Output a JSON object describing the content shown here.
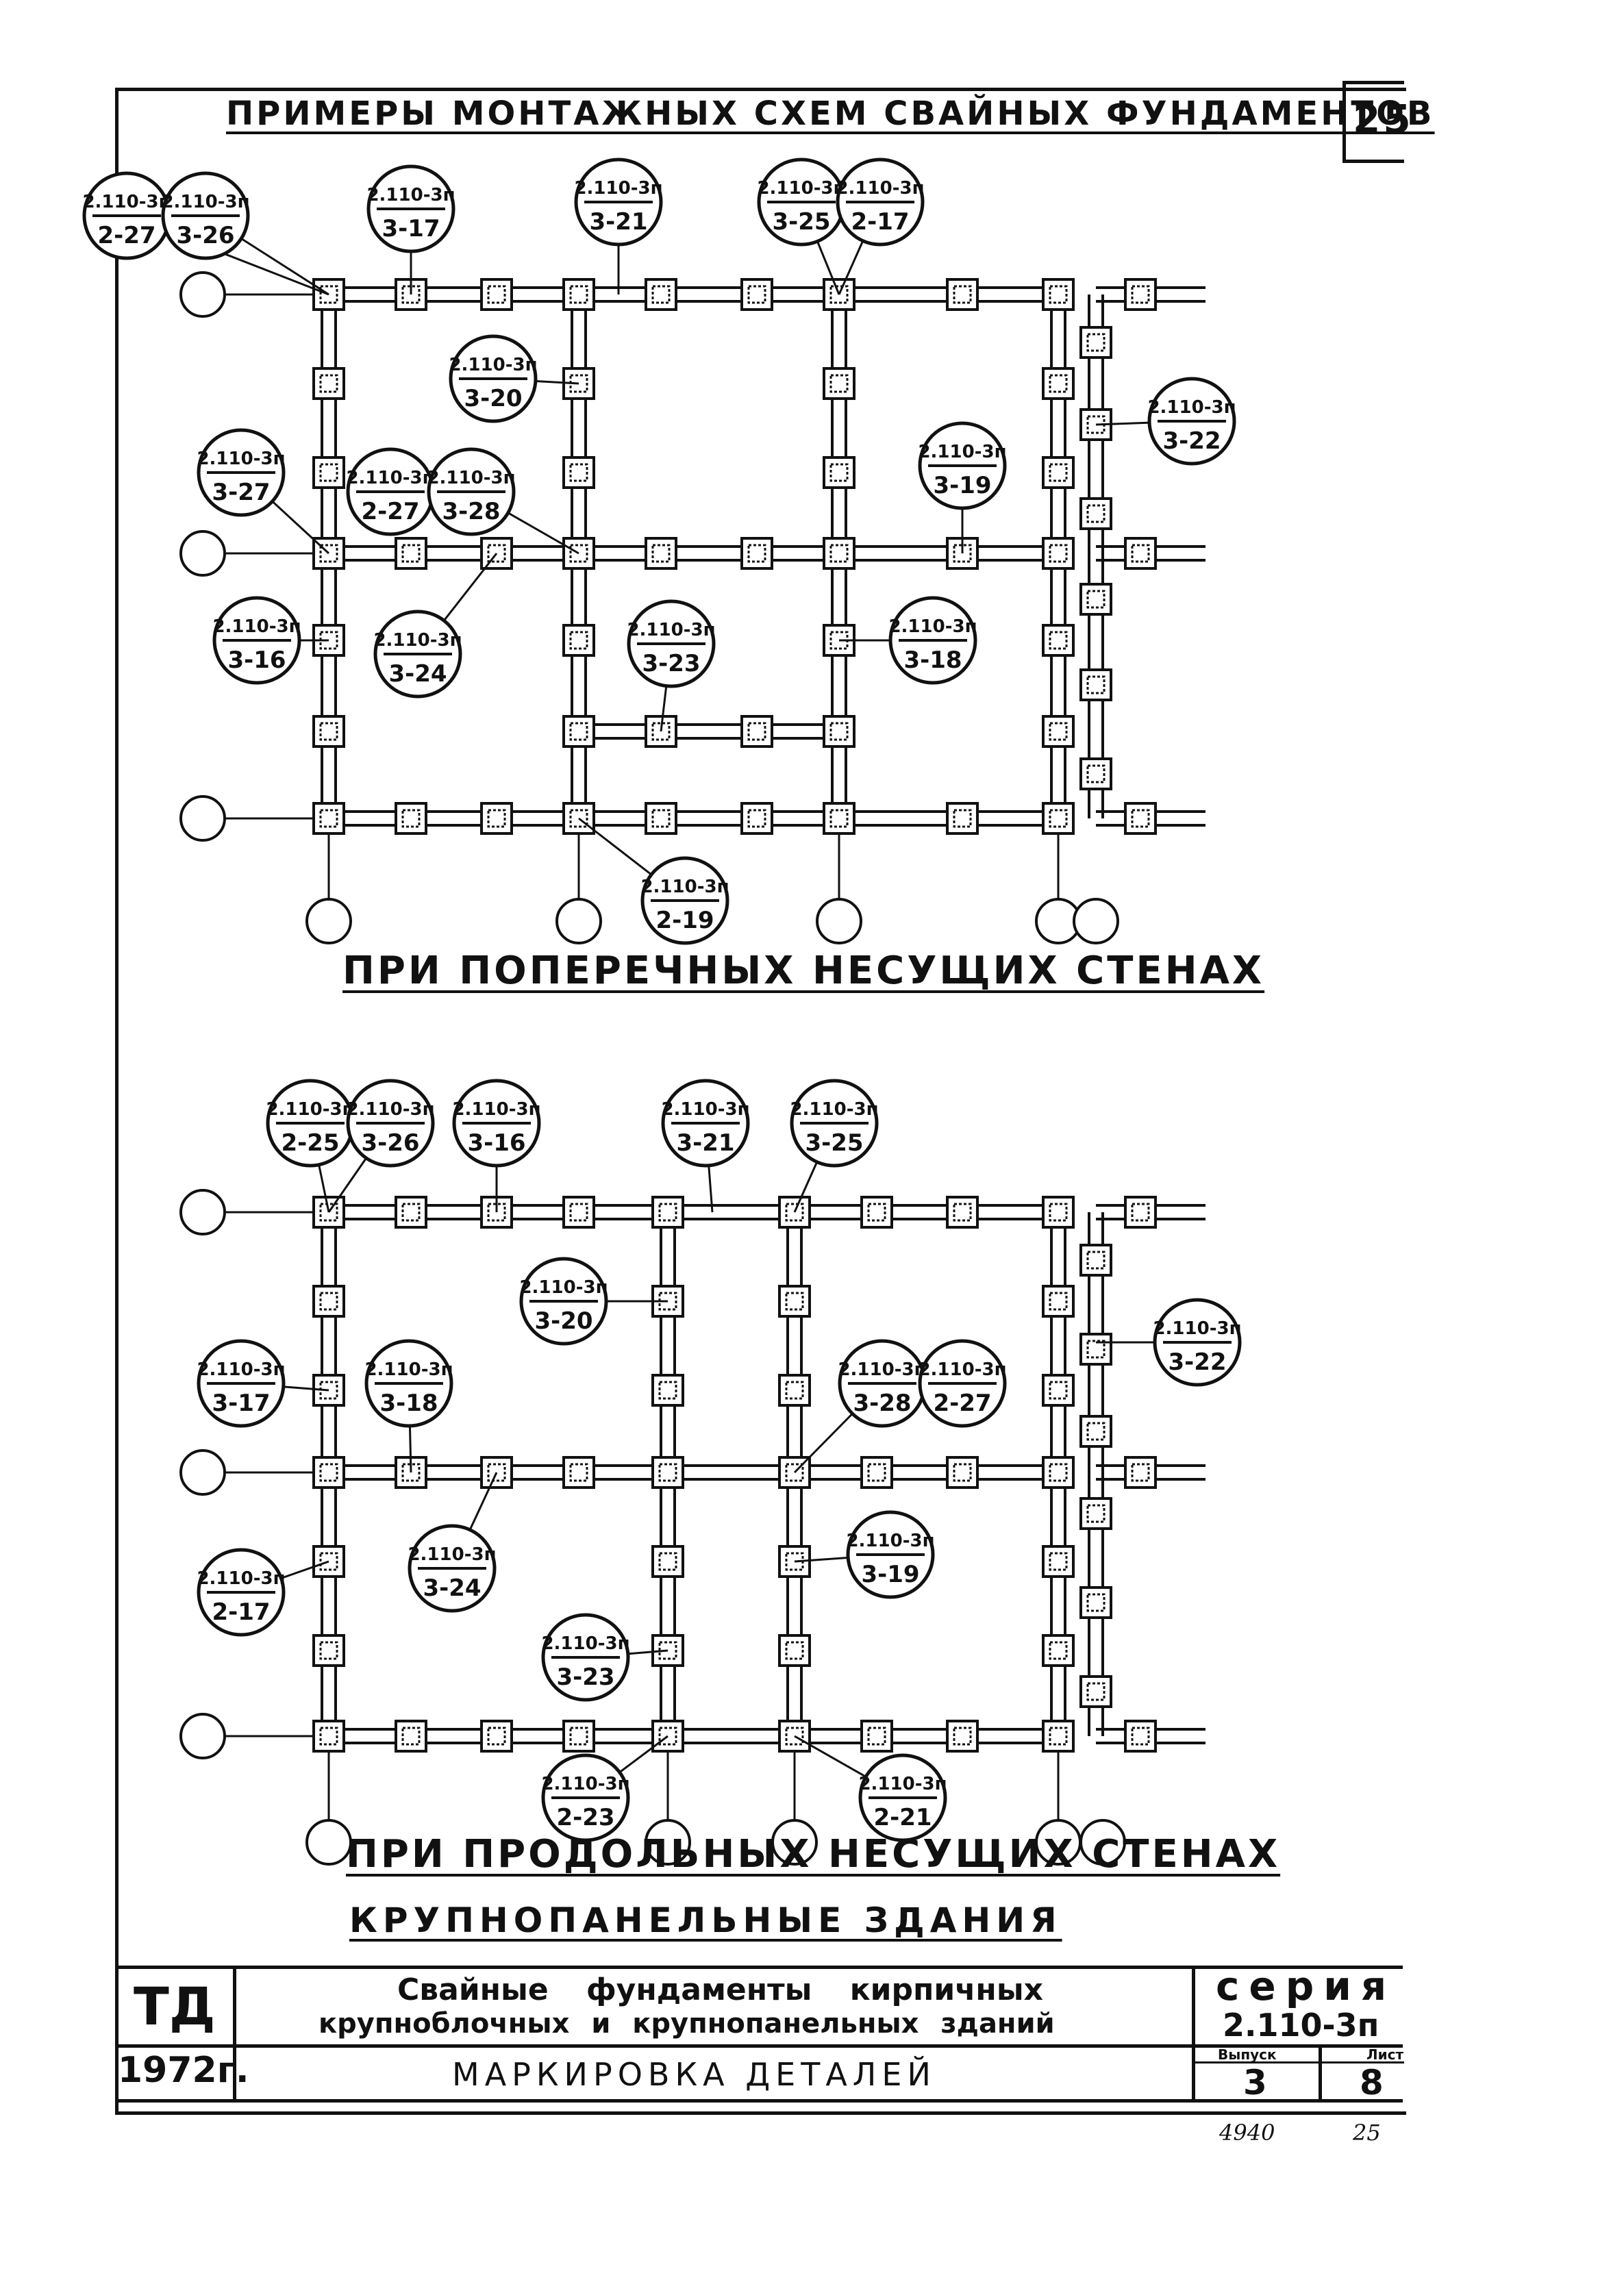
{
  "sheet": {
    "title": "ПРИМЕРЫ МОНТАЖНЫХ СХЕМ СВАЙНЫХ ФУНДАМЕНТОВ",
    "sheet_number": "25"
  },
  "plan_top": {
    "caption": "ПРИ ПОПЕРЕЧНЫХ НЕСУЩИХ СТЕНАХ",
    "markers": [
      {
        "top": "2.110-3п",
        "bottom": "2-27"
      },
      {
        "top": "2.110-3п",
        "bottom": "3-26"
      },
      {
        "top": "2.110-3п",
        "bottom": "3-17"
      },
      {
        "top": "2.110-3п",
        "bottom": "3-21"
      },
      {
        "top": "2.110-3п",
        "bottom": "3-25"
      },
      {
        "top": "2.110-3п",
        "bottom": "2-17"
      },
      {
        "top": "2.110-3п",
        "bottom": "3-20"
      },
      {
        "top": "2.110-3п",
        "bottom": "3-22"
      },
      {
        "top": "2.110-3п",
        "bottom": "3-27"
      },
      {
        "top": "2.110-3п",
        "bottom": "2-27"
      },
      {
        "top": "2.110-3п",
        "bottom": "3-28"
      },
      {
        "top": "2.110-3п",
        "bottom": "3-19"
      },
      {
        "top": "2.110-3п",
        "bottom": "3-16"
      },
      {
        "top": "2.110-3п",
        "bottom": "3-24"
      },
      {
        "top": "2.110-3п",
        "bottom": "3-23"
      },
      {
        "top": "2.110-3п",
        "bottom": "3-18"
      },
      {
        "top": "2.110-3п",
        "bottom": "2-19"
      }
    ]
  },
  "plan_bottom": {
    "caption": "ПРИ ПРОДОЛЬНЫХ НЕСУЩИХ СТЕНАХ",
    "markers": [
      {
        "top": "2.110-3п",
        "bottom": "2-25"
      },
      {
        "top": "2.110-3п",
        "bottom": "3-26"
      },
      {
        "top": "2.110-3п",
        "bottom": "3-16"
      },
      {
        "top": "2.110-3п",
        "bottom": "3-21"
      },
      {
        "top": "2.110-3п",
        "bottom": "3-25"
      },
      {
        "top": "2.110-3п",
        "bottom": "3-20"
      },
      {
        "top": "2.110-3п",
        "bottom": "3-22"
      },
      {
        "top": "2.110-3п",
        "bottom": "3-17"
      },
      {
        "top": "2.110-3п",
        "bottom": "3-18"
      },
      {
        "top": "2.110-3п",
        "bottom": "3-28"
      },
      {
        "top": "2.110-3п",
        "bottom": "2-27"
      },
      {
        "top": "2.110-3п",
        "bottom": "2-17"
      },
      {
        "top": "2.110-3п",
        "bottom": "3-24"
      },
      {
        "top": "2.110-3п",
        "bottom": "3-19"
      },
      {
        "top": "2.110-3п",
        "bottom": "3-23"
      },
      {
        "top": "2.110-3п",
        "bottom": "2-23"
      },
      {
        "top": "2.110-3п",
        "bottom": "2-21"
      }
    ]
  },
  "building_type": "КРУПНОПАНЕЛЬНЫЕ ЗДАНИЯ",
  "title_block": {
    "code": "ТД",
    "year": "1972г.",
    "description_line1": "Свайные фундаменты кирпичных",
    "description_line2": "крупноблочных и крупнопанельных зданий",
    "drawing_name": "МАРКИРОВКА ДЕТАЛЕЙ",
    "series_label": "серия",
    "series_value": "2.110-3п",
    "issue_label": "Выпуск",
    "issue_value": "3",
    "sheet_label": "Лист",
    "sheet_value": "8"
  },
  "footer": {
    "archive_number": "4940",
    "page": "25"
  }
}
